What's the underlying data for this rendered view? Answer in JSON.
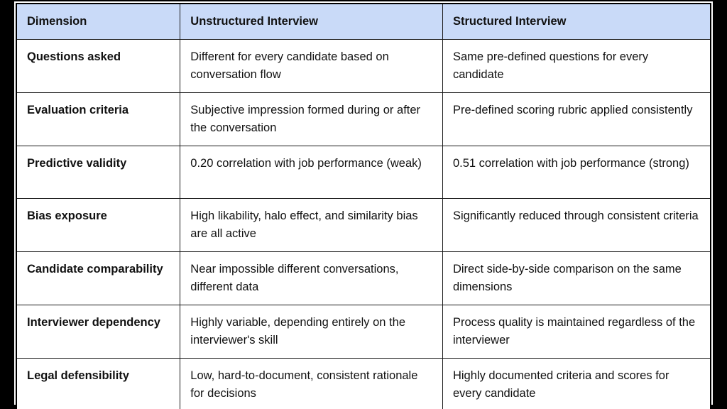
{
  "colors": {
    "page_background": "#000000",
    "slide_background": "#ffffff",
    "header_background": "#c9daf8",
    "border": "#1a1a1a",
    "text": "#111111"
  },
  "table": {
    "columns": [
      {
        "label": "Dimension"
      },
      {
        "label": "Unstructured Interview"
      },
      {
        "label": "Structured Interview"
      }
    ],
    "rows": [
      {
        "dimension": "Questions asked",
        "unstructured": "Different for every candidate based on conversation flow",
        "structured": "Same pre-defined questions for every candidate"
      },
      {
        "dimension": "Evaluation criteria",
        "unstructured": "Subjective impression formed during or after the conversation",
        "structured": "Pre-defined scoring rubric applied consistently"
      },
      {
        "dimension": "Predictive validity",
        "unstructured": "0.20 correlation with job performance (weak)",
        "structured": "0.51 correlation with job performance (strong)"
      },
      {
        "dimension": "Bias exposure",
        "unstructured": "High likability, halo effect, and similarity bias are all active",
        "structured": "Significantly reduced through consistent criteria"
      },
      {
        "dimension": "Candidate comparability",
        "unstructured": "Near impossible different conversations, different data",
        "structured": "Direct side-by-side comparison on the same dimensions"
      },
      {
        "dimension": "Interviewer dependency",
        "unstructured": "Highly variable, depending entirely on the interviewer's skill",
        "structured": "Process quality is maintained regardless of the interviewer"
      },
      {
        "dimension": "Legal defensibility",
        "unstructured": "Low, hard-to-document, consistent rationale for decisions",
        "structured": "Highly documented criteria and scores for every candidate"
      }
    ]
  }
}
